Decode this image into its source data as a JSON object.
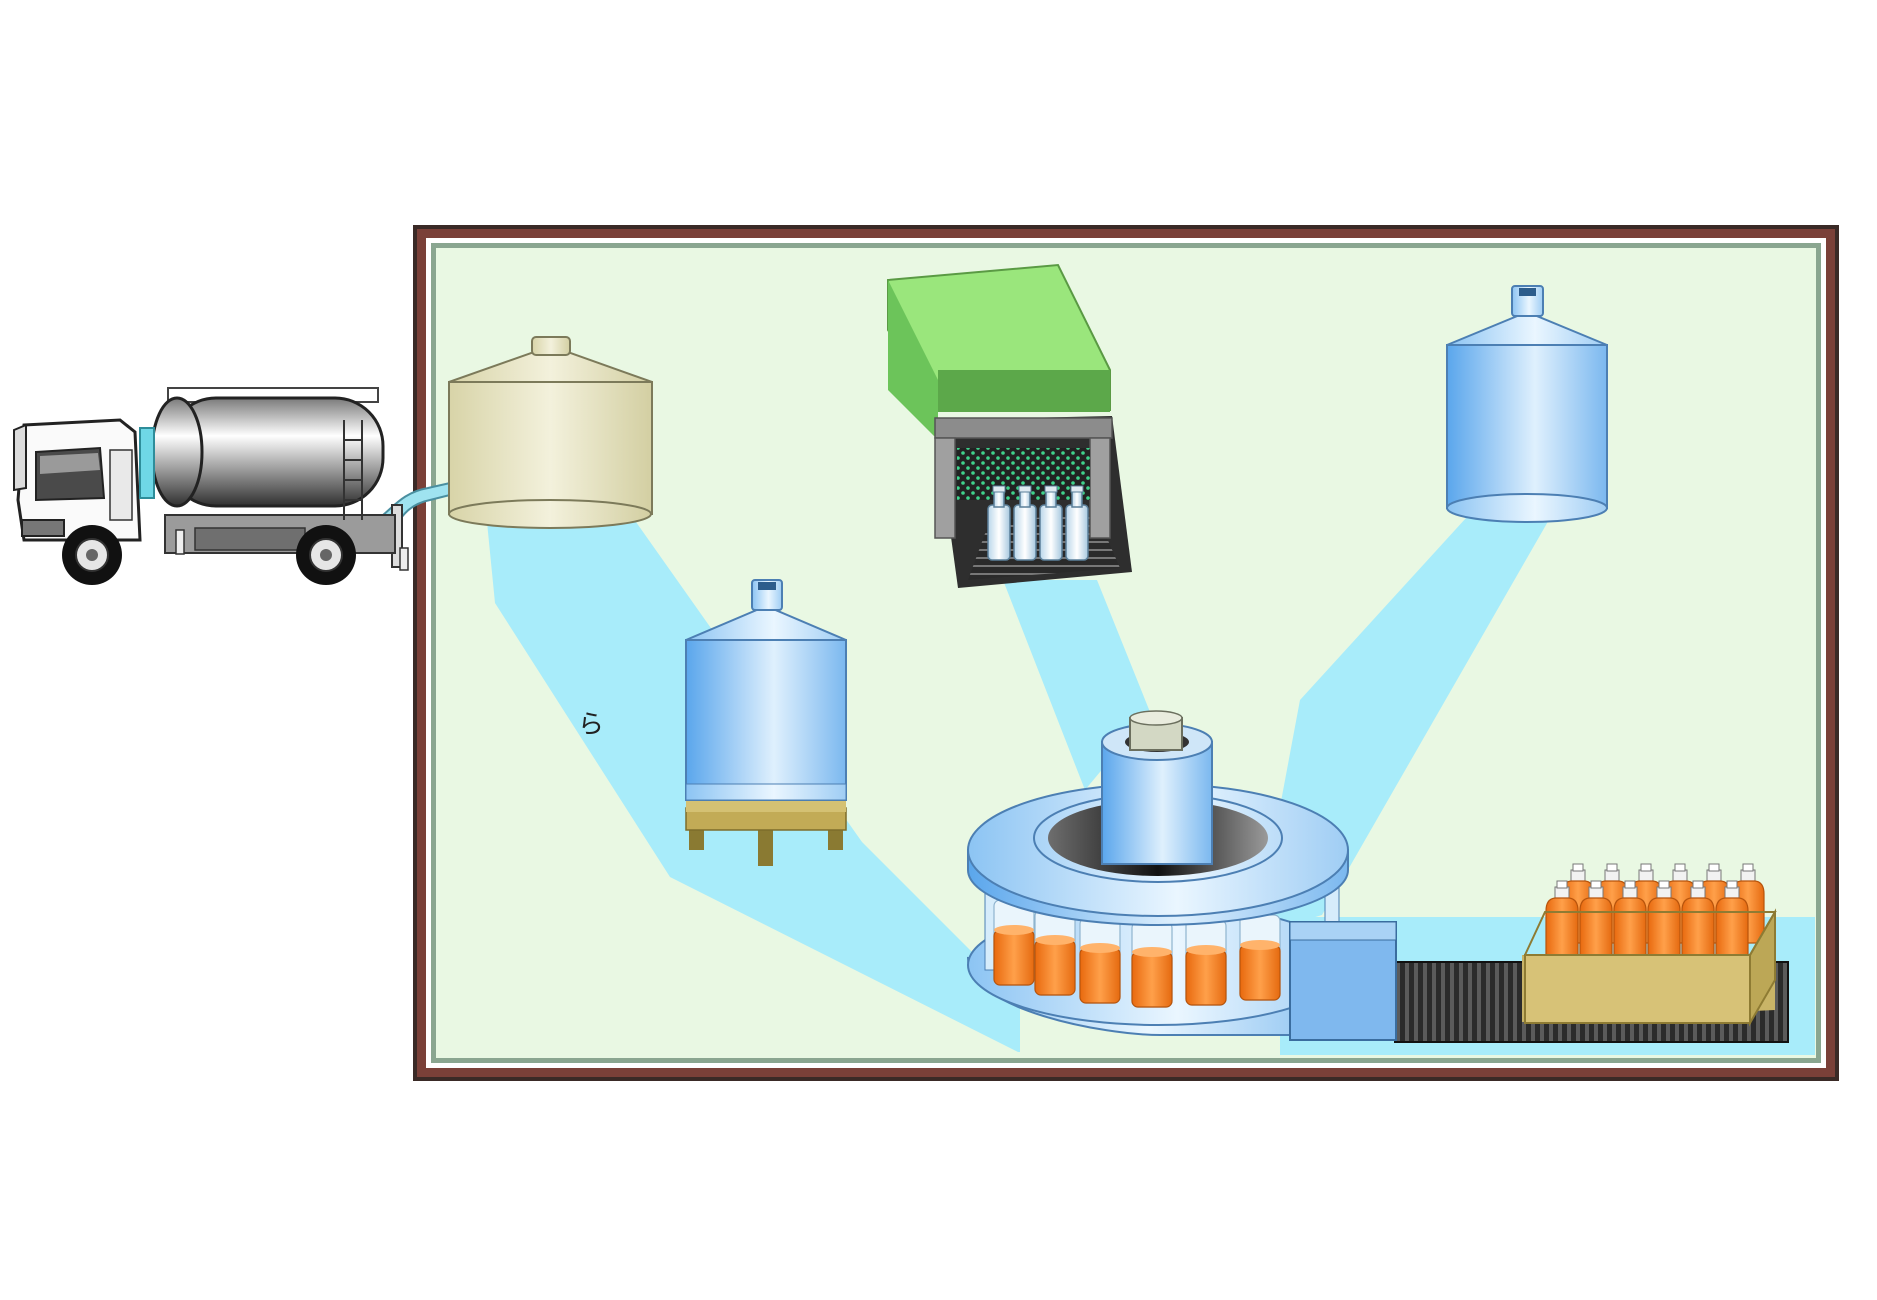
{
  "diagram": {
    "title": "",
    "stray_mark": "ら",
    "colors": {
      "frame_outer": "#7a4038",
      "frame_inner": "#8aa690",
      "floor": "#e9f8e3",
      "pipe": "#a8ecfa",
      "juice": "#f47d1c",
      "tank_blue": "#a9d2f5",
      "tank_cream": "#e6e3c0",
      "sterilizer_green": "#7ccf66",
      "crate": "#d7c277",
      "conveyor": "#2e2e2e"
    },
    "icons": [
      "tanker-truck-icon",
      "raw-material-tank-icon",
      "mixing-tank-icon",
      "bottle-washer-icon",
      "storage-tank-icon",
      "rotary-filler-icon",
      "capper-icon",
      "conveyor-icon",
      "bottle-crate-icon"
    ],
    "filler_bottle_count": 6,
    "crate_bottle_rows": 2,
    "crate_bottle_cols": 6,
    "washer_bottle_count": 4
  }
}
